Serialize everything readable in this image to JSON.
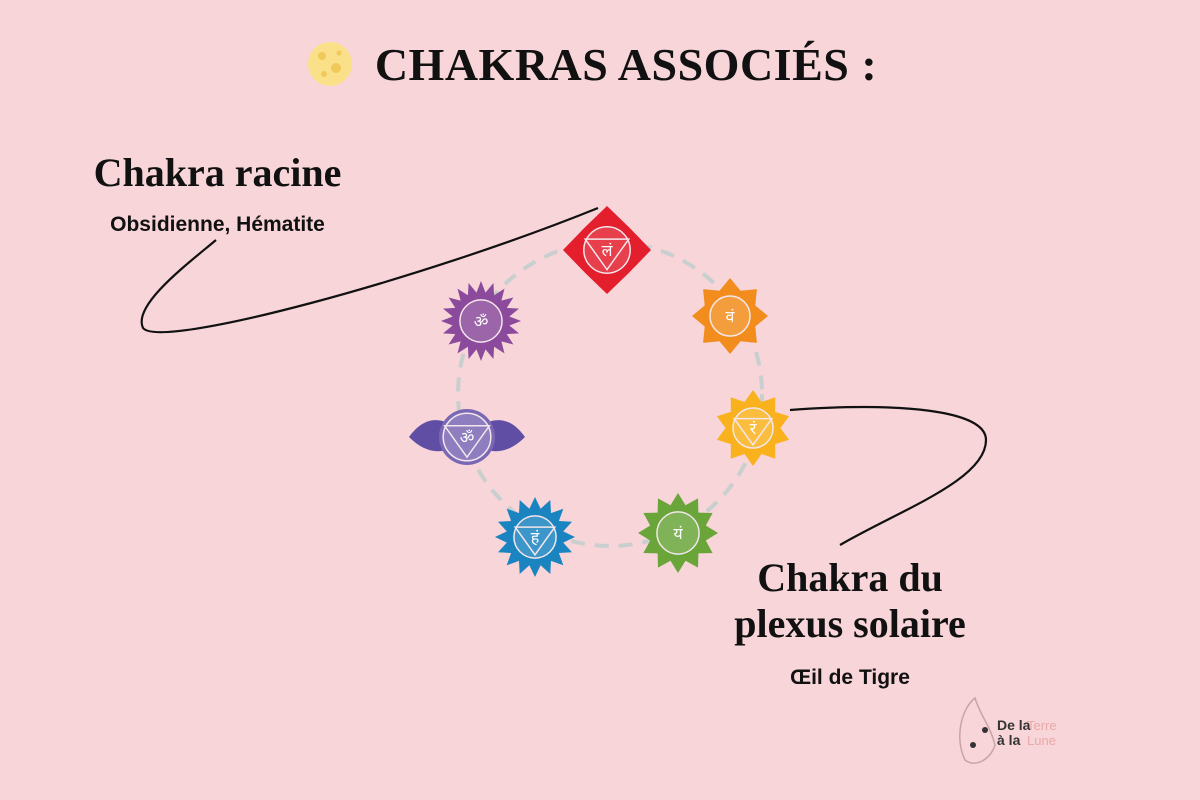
{
  "title": "CHAKRAS ASSOCIÉS :",
  "icons": {
    "title_icon": "moon-icon"
  },
  "label_root": {
    "title": "Chakra racine",
    "stones": "Obsidienne, Hématite"
  },
  "label_solar": {
    "title_line1": "Chakra du",
    "title_line2": "plexus solaire",
    "stones": "Œil de Tigre"
  },
  "chakras": [
    {
      "name": "root",
      "glyph": "लं",
      "color": "#e31e2d"
    },
    {
      "name": "sacral",
      "glyph": "वं",
      "color": "#f28c1c"
    },
    {
      "name": "solar-plexus",
      "glyph": "रं",
      "color": "#f9b21d"
    },
    {
      "name": "heart",
      "glyph": "यं",
      "color": "#6aa53a"
    },
    {
      "name": "throat",
      "glyph": "हं",
      "color": "#1a84c0"
    },
    {
      "name": "third-eye",
      "glyph": "ॐ",
      "color": "#5f4ea3"
    },
    {
      "name": "crown",
      "glyph": "ॐ",
      "color": "#8b4a9c"
    }
  ],
  "logo": {
    "line1": "De la",
    "line1b": "Terre",
    "line2": "à la",
    "line2b": "Lune"
  }
}
